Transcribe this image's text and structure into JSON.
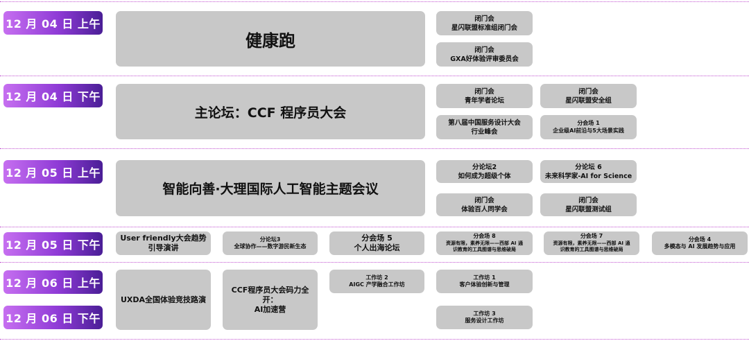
{
  "dates": {
    "d1": "12 月 04 日 上午",
    "d2": "12 月 04 日 下午",
    "d3": "12 月 05 日 上午",
    "d4": "12 月 05 日 下午",
    "d5": "12 月 06 日 上午",
    "d6": "12 月 06 日 下午"
  },
  "main": {
    "run": "健康跑",
    "forum": "主论坛：CCF 程序员大会",
    "ai": "智能向善·大理国际人工智能主题会议"
  },
  "r1": {
    "a_t": "闭门会",
    "a_s": "星闪联盟标准组闭门会",
    "b_t": "闭门会",
    "b_s": "GXA好体验评审委员会"
  },
  "r2": {
    "a_t": "闭门会",
    "a_s": "青年学者论坛",
    "b_t": "闭门会",
    "b_s": "星闪联盟安全组",
    "c_t": "第八届中国服务设计大会",
    "c_s": "行业峰会",
    "d_t": "分会场 1",
    "d_s": "企业级AI前沿与5大场景实践"
  },
  "r3": {
    "a_t": "分论坛2",
    "a_s": "如何成为超级个体",
    "b_t": "分论坛 6",
    "b_s": "未来科学家-AI for Science",
    "c_t": "闭门会",
    "c_s": "体验百人同学会",
    "d_t": "闭门会",
    "d_s": "星闪联盟测试组"
  },
  "r4": {
    "a_t": "User friendly大会趋势",
    "a_s": "引导演讲",
    "b_t": "分论坛3",
    "b_s": "全球协作——数字游民新生态",
    "c_t": "分会场 5",
    "c_s": "个人出海论坛",
    "d_t": "分会场 8",
    "d_s1": "资源有限，素养无限——西部 AI 通",
    "d_s2": "识教育的工具图谱与思维破局",
    "e_t": "分会场 7",
    "e_s1": "资源有限，素养无限——西部 AI 通",
    "e_s2": "识教育的工具图谱与思维破局",
    "f_t": "分会场 4",
    "f_s": "多模态与 AI 发展趋势与应用"
  },
  "r5": {
    "uxda": "UXDA全国体验竞技路演",
    "ccf_1": "CCF程序员大会码力全开：",
    "ccf_2": "AI加速营",
    "w2_t": "工作坊 2",
    "w2_s": "AIGC 产学融合工作坊",
    "w1_t": "工作坊 1",
    "w1_s": "客户体验创新与管理",
    "w3_t": "工作坊 3",
    "w3_s": "服务设计工作坊"
  }
}
